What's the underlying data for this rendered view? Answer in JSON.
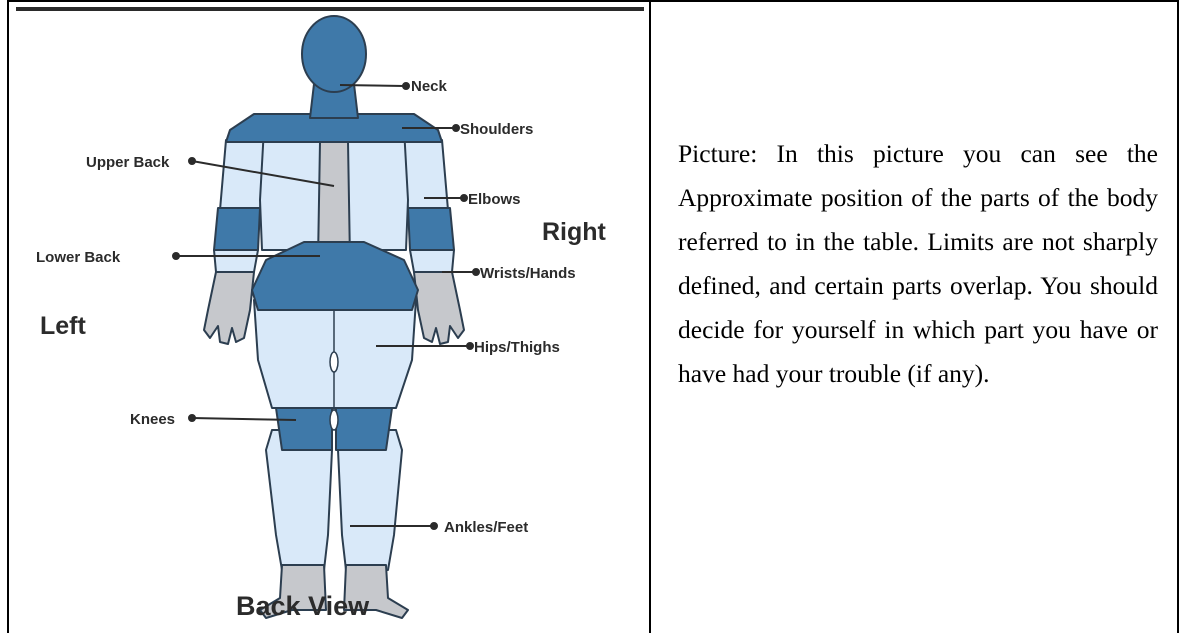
{
  "figure": {
    "labels": {
      "neck": "Neck",
      "shoulders": "Shoulders",
      "upper_back": "Upper Back",
      "elbows": "Elbows",
      "right": "Right",
      "lower_back": "Lower Back",
      "wrists_hands": "Wrists/Hands",
      "left": "Left",
      "hips_thighs": "Hips/Thighs",
      "knees": "Knees",
      "ankles_feet": "Ankles/Feet",
      "back_view": "Back View"
    },
    "colors": {
      "dark_blue": "#3f79a9",
      "light_blue": "#d9e9f9",
      "grey": "#c6c8cc",
      "outline": "#2c3e50"
    }
  },
  "caption": {
    "text": "Picture: In this picture you can see the Approximate position of the parts of the body referred to in the table. Limits are not sharply defined, and certain parts overlap. You should decide for yourself  in which part you have or have had your trouble (if any)."
  }
}
